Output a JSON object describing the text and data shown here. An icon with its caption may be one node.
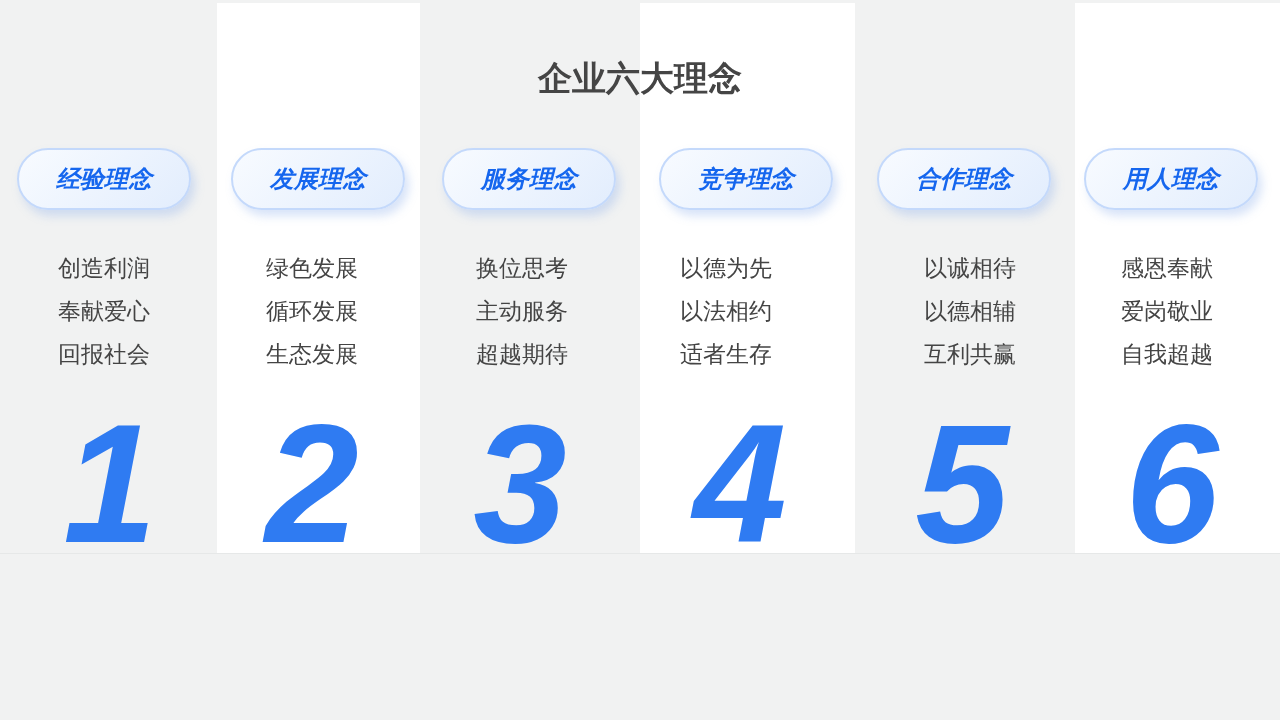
{
  "diagram": {
    "title": "企业六大理念",
    "nodes": [
      {
        "text": [
          "创造利润",
          "奉献爱心",
          "回报社会",
          "1"
        ]
      },
      {
        "text": [
          "经验理念"
        ],
        "in": 0
      },
      {
        "text": [
          "绿色发展",
          "循环发展",
          "生态发展",
          "2"
        ]
      },
      {
        "text": [
          "发展理念"
        ],
        "in": 2
      },
      {
        "text": [
          "换位思考",
          "主动服务",
          "超越期待",
          "3"
        ]
      },
      {
        "text": [
          "服务理念"
        ],
        "in": 4
      },
      {
        "text": [
          "以德为先",
          "以法相约",
          "适者生存",
          "4"
        ]
      },
      {
        "text": [
          "竞争理念"
        ],
        "in": 6
      },
      {
        "text": [
          "以诚相待",
          "以德相辅",
          "互利共赢",
          "5"
        ]
      },
      {
        "text": [
          "合作理念"
        ],
        "in": 8
      },
      {
        "text": [
          "感恩奉献",
          "爱岗敬业",
          "自我超越",
          "6"
        ]
      },
      {
        "text": [
          "用人理念"
        ],
        "in": 10
      }
    ]
  }
}
